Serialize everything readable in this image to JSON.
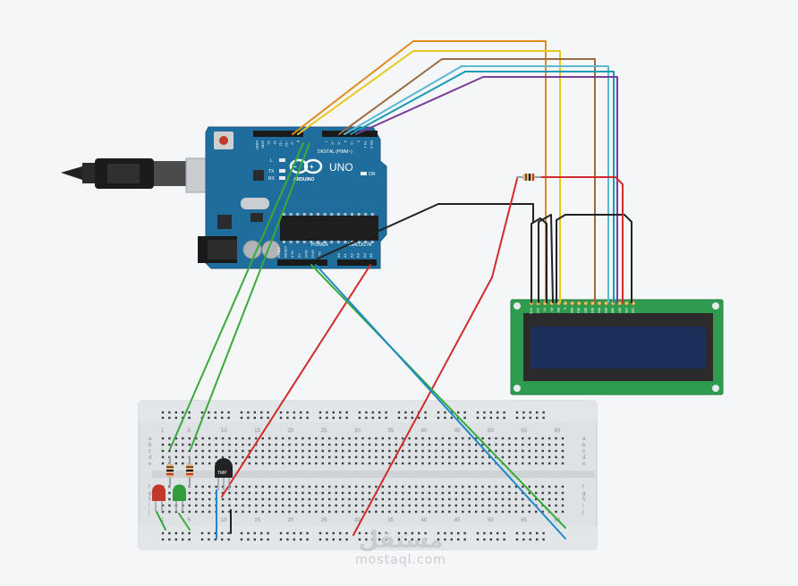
{
  "arduino": {
    "model": "UNO",
    "brand": "ARDUINO",
    "digital_header": "DIGITAL (PWM~)",
    "power_header": "POWER",
    "analog_header": "ANALOG IN",
    "led_on": "ON",
    "led_l": "L",
    "led_tx": "TX",
    "led_rx": "RX",
    "digital_pins": [
      "AREF",
      "GND",
      "13",
      "12",
      "~11",
      "~10",
      "~9",
      "8",
      "7",
      "~6",
      "~5",
      "4",
      "~3",
      "2",
      "TX 1",
      "RX 0"
    ],
    "power_pins": [
      "IOREF",
      "RESET",
      "3.3V",
      "5V",
      "GND",
      "GND",
      "VIN"
    ],
    "analog_pins": [
      "A0",
      "A1",
      "A2",
      "A3",
      "A4",
      "A5"
    ]
  },
  "breadboard": {
    "top_numbers": [
      "1",
      "5",
      "10",
      "15",
      "20",
      "25",
      "30",
      "35",
      "40",
      "45",
      "50",
      "55",
      "60"
    ],
    "bottom_numbers": [
      "1",
      "5",
      "10",
      "15",
      "20",
      "25",
      "30",
      "35",
      "40",
      "45",
      "50",
      "55",
      "60"
    ],
    "row_letters_top": [
      "a",
      "b",
      "c",
      "d",
      "e"
    ],
    "row_letters_bottom": [
      "f",
      "g",
      "h",
      "i",
      "j"
    ]
  },
  "sensor": {
    "label": "TMP"
  },
  "lcd": {
    "pins": [
      "GND",
      "VCC",
      "V0",
      "RS",
      "RW",
      "E",
      "DB0",
      "DB1",
      "DB2",
      "DB3",
      "DB4",
      "DB5",
      "DB6",
      "DB7",
      "LED",
      "LED"
    ]
  },
  "watermark": {
    "arabic": "مستقل",
    "latin": "mostaql.com"
  },
  "colors": {
    "board": "#1f6d9c",
    "lcd_pcb": "#2e9b4f",
    "lcd_screen": "#1c2f5a",
    "wire_orange": "#e08a1e",
    "wire_yellow": "#e6c81f",
    "wire_brown": "#9a6a42",
    "wire_lightblue": "#5bb8d6",
    "wire_teal": "#1a9bb5",
    "wire_purple": "#7a3d9a",
    "wire_green": "#3aaa3a",
    "wire_red": "#d22b2b",
    "wire_black": "#222222",
    "wire_blue": "#1e88c9"
  }
}
